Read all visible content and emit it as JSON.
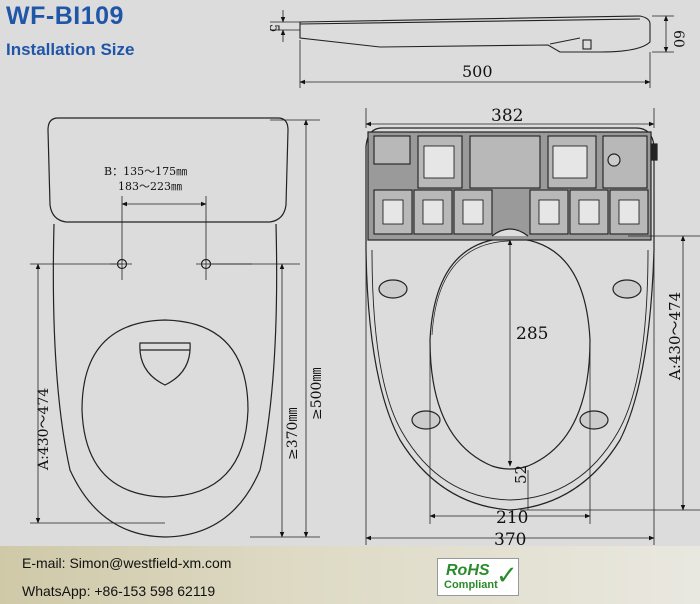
{
  "header": {
    "model": "WF-BI109",
    "subtitle": "Installation Size"
  },
  "side_view": {
    "thickness": "5",
    "height": "60",
    "length": "500"
  },
  "left_view": {
    "bolt_spacing_1": "B：135～175㎜",
    "bolt_spacing_2": "183～223㎜",
    "depth_a": "A:430～474",
    "min_depth_1": "≥370㎜",
    "min_depth_2": "≥500㎜"
  },
  "right_view": {
    "width": "382",
    "inner_length": "285",
    "depth_a": "A:430～474",
    "gap": "52",
    "inner_width": "210",
    "outer_width": "370"
  },
  "footer": {
    "email": "E-mail: Simon@westfield-xm.com",
    "whatsapp": "WhatsApp: +86-153 598 62119",
    "rohs_line1": "RoHS",
    "rohs_line2": "Compliant",
    "rohs_check": "✓"
  }
}
